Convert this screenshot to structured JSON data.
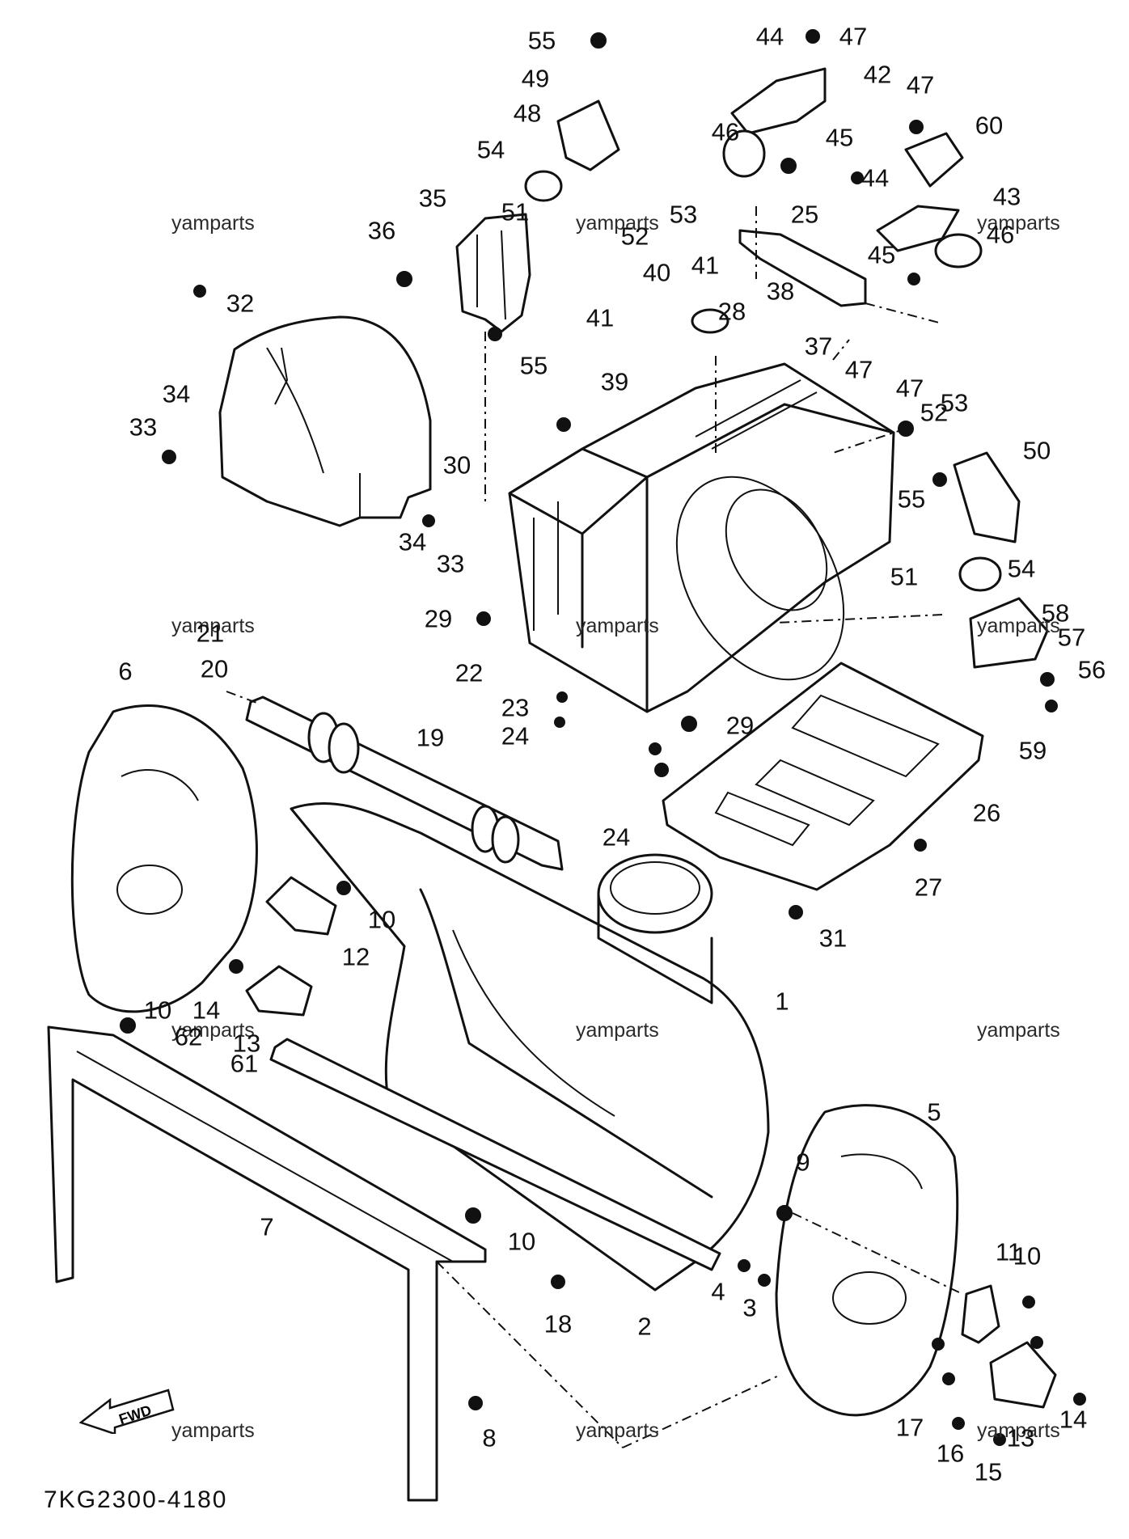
{
  "diagram_code": "7KG2300-4180",
  "direction_label": "FWD",
  "watermark": "yamparts",
  "callouts": [
    "1",
    "2",
    "3",
    "4",
    "5",
    "6",
    "7",
    "8",
    "9",
    "10",
    "10",
    "10",
    "10",
    "11",
    "12",
    "13",
    "13",
    "14",
    "14",
    "15",
    "16",
    "17",
    "18",
    "19",
    "20",
    "21",
    "22",
    "23",
    "24",
    "24",
    "25",
    "26",
    "27",
    "28",
    "29",
    "29",
    "30",
    "31",
    "32",
    "33",
    "33",
    "34",
    "34",
    "35",
    "36",
    "37",
    "38",
    "39",
    "40",
    "41",
    "41",
    "42",
    "43",
    "44",
    "44",
    "45",
    "45",
    "46",
    "46",
    "47",
    "47",
    "47",
    "47",
    "48",
    "49",
    "50",
    "51",
    "51",
    "52",
    "52",
    "53",
    "53",
    "54",
    "54",
    "55",
    "55",
    "55",
    "56",
    "57",
    "58",
    "59",
    "60",
    "61",
    "62"
  ]
}
